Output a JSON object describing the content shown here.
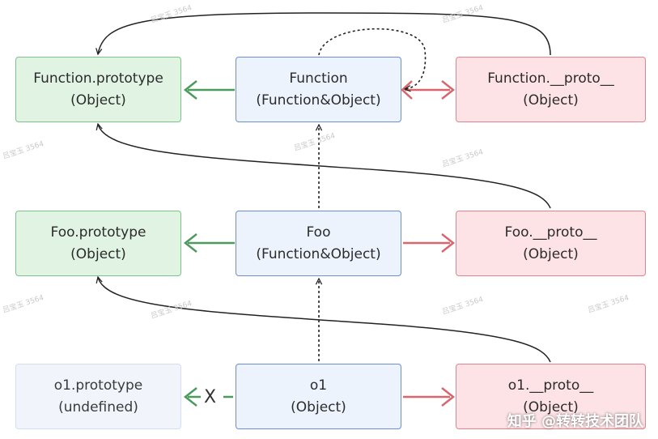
{
  "nodes": {
    "function_prototype": {
      "line1": "Function.prototype",
      "line2": "(Object)"
    },
    "function": {
      "line1": "Function",
      "line2": "(Function&Object)"
    },
    "function_proto": {
      "line1": "Function.__proto__",
      "line2": "(Object)"
    },
    "foo_prototype": {
      "line1": "Foo.prototype",
      "line2": "(Object)"
    },
    "foo": {
      "line1": "Foo",
      "line2": "(Function&Object)"
    },
    "foo_proto": {
      "line1": "Foo.__proto__",
      "line2": "(Object)"
    },
    "o1_prototype": {
      "line1": "o1.prototype",
      "line2": "(undefined)"
    },
    "o1": {
      "line1": "o1",
      "line2": "(Object)"
    },
    "o1_proto": {
      "line1": "o1.__proto__",
      "line2": "(Object)"
    }
  },
  "x_mark": "X",
  "watermark_text": "吕宝玉 3564",
  "brand": "知乎 @转转技术团队",
  "colors": {
    "green_arrow": "#4c9a5e",
    "red_arrow": "#d9666c",
    "black_arrow": "#222222"
  }
}
